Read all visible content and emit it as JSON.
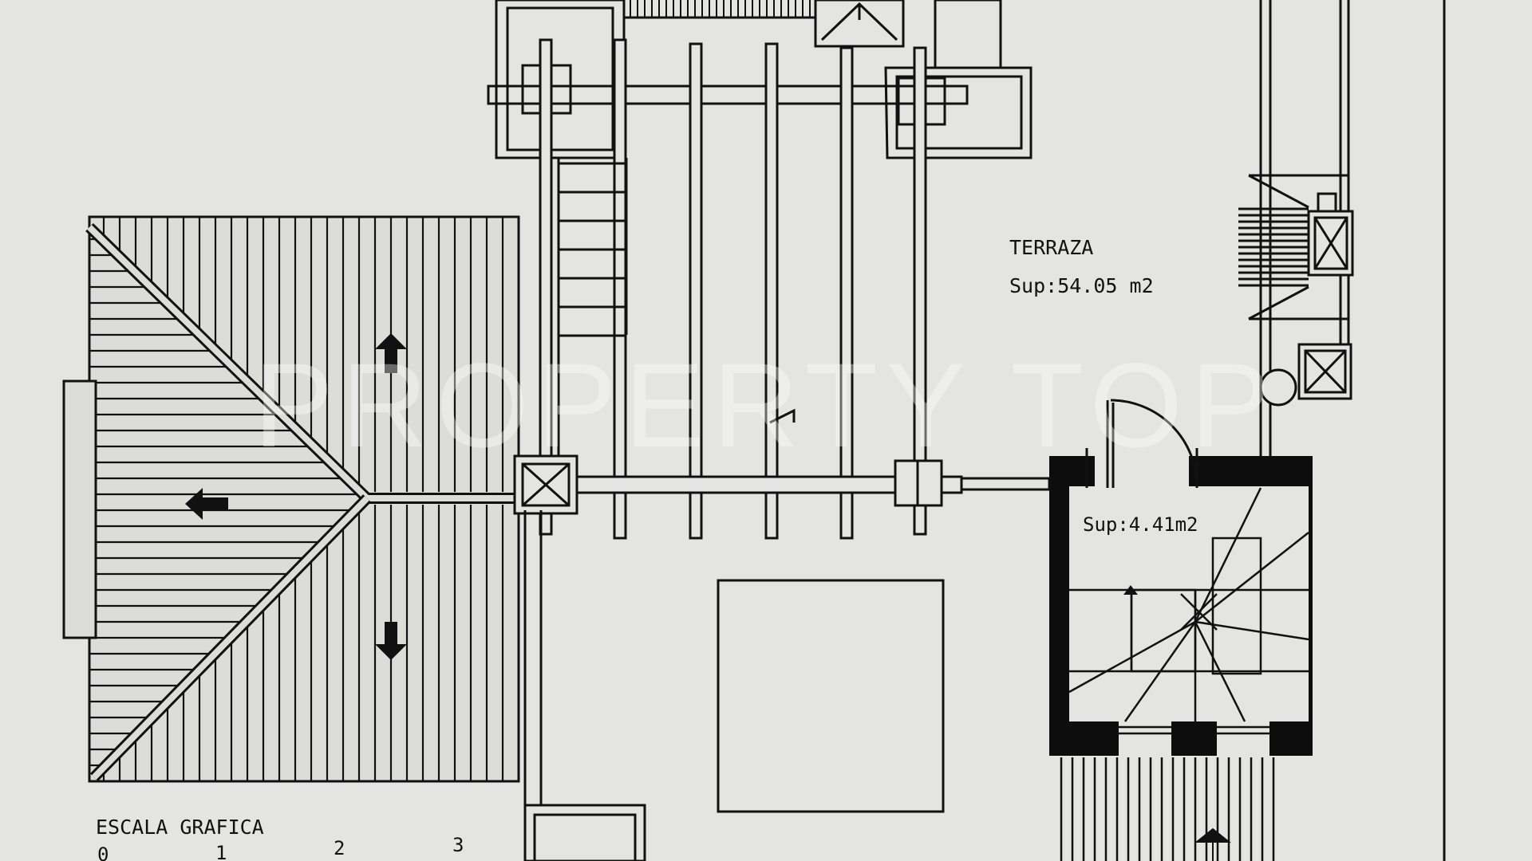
{
  "plan": {
    "terrace": {
      "name": "TERRAZA",
      "area": "Sup:54.05  m2"
    },
    "stair_room": {
      "area": "Sup:4.41m2"
    },
    "scale": {
      "title": "ESCALA  GRAFICA",
      "ticks": [
        "0",
        "1",
        "2",
        "3"
      ]
    },
    "watermark": "PROPERTY TOP"
  },
  "colors": {
    "paper": "#e4e5e2",
    "ink": "#111111",
    "wall_fill": "#0d0d0d",
    "watermark": "#ffffff"
  }
}
